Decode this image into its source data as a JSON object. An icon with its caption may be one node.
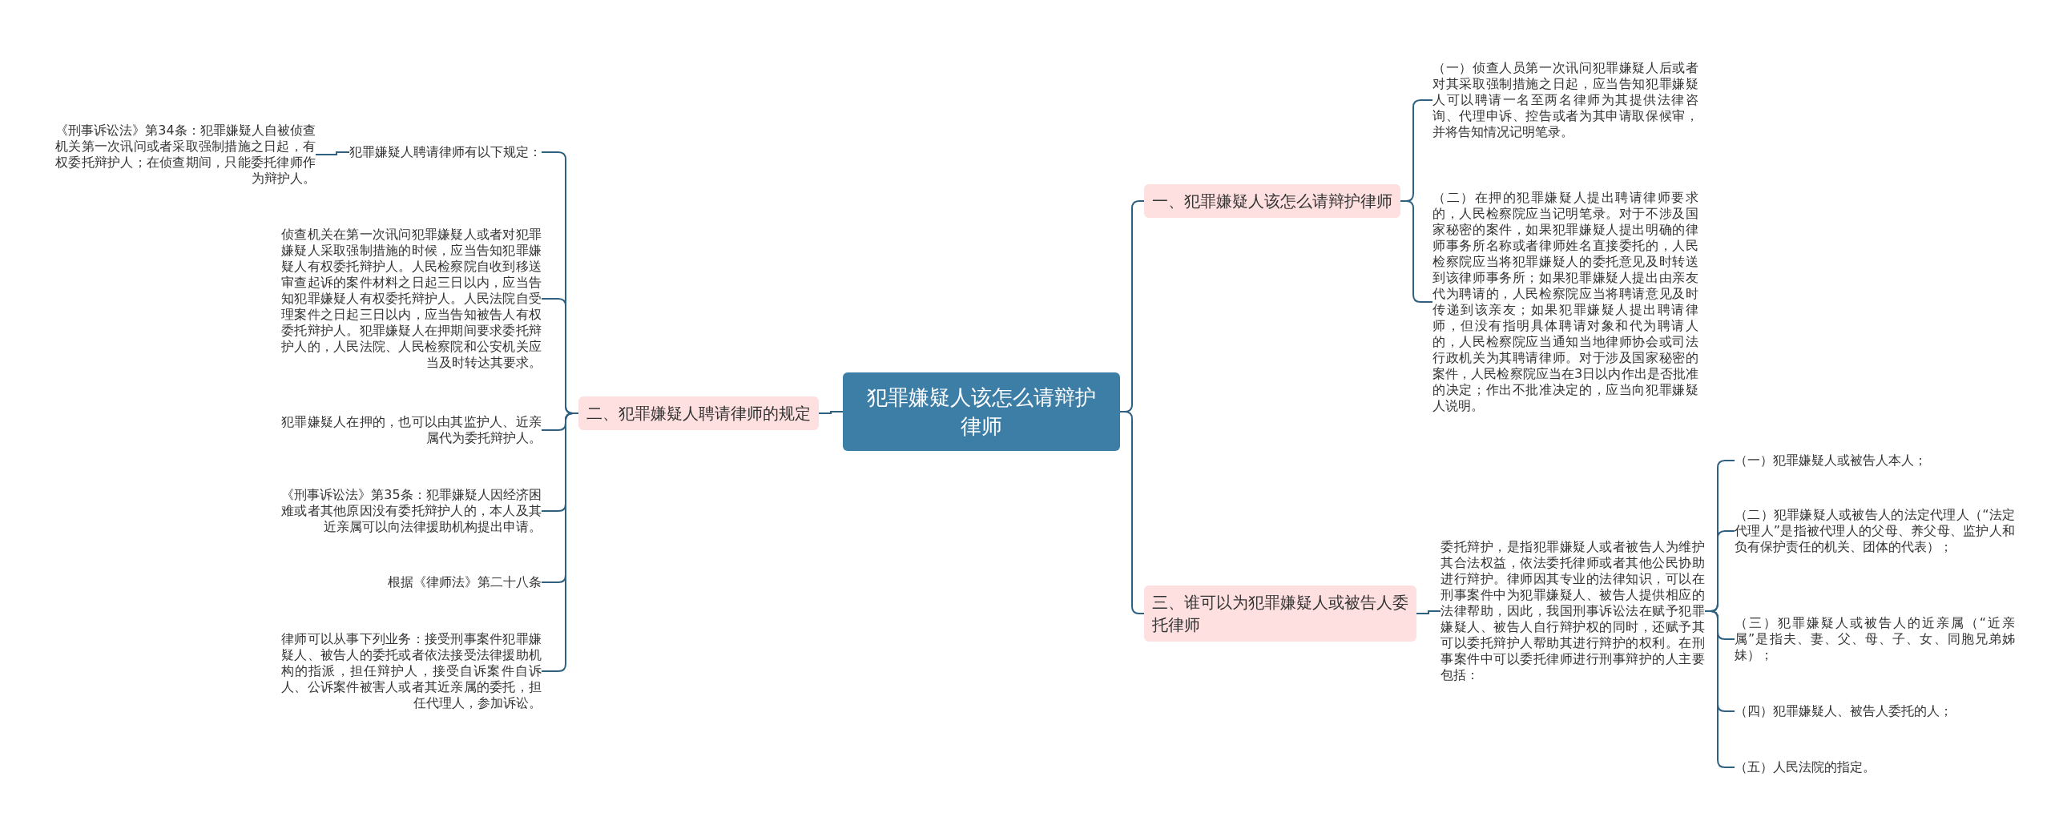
{
  "diagram": {
    "nodes": [
      {
        "text": [
          "犯罪嫌疑人该怎么请辩护律师"
        ]
      },
      {
        "text": [
          "一、犯罪嫌疑人该怎么请辩护律师"
        ]
      },
      {
        "text": [
          "（一）侦查人员第一次讯问犯罪嫌疑人后或者对其采取强制措施之日起，应当告知犯罪嫌疑人可以聘请一名至两名律师为其提供法律咨询、代理申诉、控告或者为其申请取保候审，并将告知情况记明笔录。"
        ]
      },
      {
        "text": [
          "（二）在押的犯罪嫌疑人提出聘请律师要求的，人民检察院应当记明笔录。对于不涉及国家秘密的案件，如果犯罪嫌疑人提出明确的律师事务所名称或者律师姓名直接委托的，人民检察院应当将犯罪嫌疑人的委托意见及时转送到该律师事务所；如果犯罪嫌疑人提出由亲友代为聘请的，人民检察院应当将聘请意见及时传递到该亲友；如果犯罪嫌疑人提出聘请律师，但没有指明具体聘请对象和代为聘请人的，人民检察院应当通知当地律师协会或司法行政机关为其聘请律师。对于涉及国家秘密的案件，人民检察院应当在3日以内作出是否批准的决定；作出不批准决定的，应当向犯罪嫌疑人说明。"
        ]
      },
      {
        "text": [
          "二、犯罪嫌疑人聘请律师的规定"
        ]
      },
      {
        "text": [
          "犯罪嫌疑人聘请律师有以下规定："
        ]
      },
      {
        "text": [
          "《刑事诉讼法》第34条：犯罪嫌疑人自被侦查机关第一次讯问或者采取强制措施之日起，有权委托辩护人；在侦查期间，只能委托律师作为辩护人。"
        ]
      },
      {
        "text": [
          "侦查机关在第一次讯问犯罪嫌疑人或者对犯罪嫌疑人采取强制措施的时候，应当告知犯罪嫌疑人有权委托辩护人。人民检察院自收到移送审查起诉的案件材料之日起三日以内，应当告知犯罪嫌疑人有权委托辩护人。人民法院自受理案件之日起三日以内，应当告知被告人有权委托辩护人。犯罪嫌疑人在押期间要求委托辩护人的，人民法院、人民检察院和公安机关应当及时转达其要求。"
        ]
      },
      {
        "text": [
          "犯罪嫌疑人在押的，也可以由其监护人、近亲属代为委托辩护人。"
        ]
      },
      {
        "text": [
          "《刑事诉讼法》第35条：犯罪嫌疑人因经济困难或者其他原因没有委托辩护人的，本人及其近亲属可以向法律援助机构提出申请。"
        ]
      },
      {
        "text": [
          "根据《律师法》第二十八条"
        ]
      },
      {
        "text": [
          "律师可以从事下列业务：接受刑事案件犯罪嫌疑人、被告人的委托或者依法接受法律援助机构的指派，担任辩护人，接受自诉案件自诉人、公诉案件被害人或者其近亲属的委托，担任代理人，参加诉讼。"
        ]
      },
      {
        "text": [
          "三、谁可以为犯罪嫌疑人或被告人委托律师"
        ]
      },
      {
        "text": [
          "委托辩护，是指犯罪嫌疑人或者被告人为维护其合法权益，依法委托律师或者其他公民协助进行辩护。律师因其专业的法律知识，可以在刑事案件中为犯罪嫌疑人、被告人提供相应的法律帮助，因此，我国刑事诉讼法在赋予犯罪嫌疑人、被告人自行辩护权的同时，还赋予其可以委托辩护人帮助其进行辩护的权利。在刑事案件中可以委托律师进行刑事辩护的人主要包括："
        ]
      },
      {
        "text": [
          "（一）犯罪嫌疑人或被告人本人；"
        ]
      },
      {
        "text": [
          "（二）犯罪嫌疑人或被告人的法定代理人（“法定代理人”是指被代理人的父母、养父母、监护人和负有保护责任的机关、团体的代表）；"
        ]
      },
      {
        "text": [
          "（三）犯罪嫌疑人或被告人的近亲属（“近亲属”是指夫、妻、父、母、子、女、同胞兄弟姊妹）；"
        ]
      },
      {
        "text": [
          "（四）犯罪嫌疑人、被告人委托的人；"
        ]
      },
      {
        "text": [
          "（五）人民法院的指定。"
        ]
      }
    ],
    "edges": [
      {
        "from": 0,
        "to": 1,
        "arrow": "none"
      },
      {
        "from": 1,
        "to": 2,
        "arrow": "none"
      },
      {
        "from": 1,
        "to": 3,
        "arrow": "none"
      },
      {
        "from": 0,
        "to": 4,
        "arrow": "none"
      },
      {
        "from": 4,
        "to": 5,
        "arrow": "none"
      },
      {
        "from": 5,
        "to": 6,
        "arrow": "none"
      },
      {
        "from": 4,
        "to": 7,
        "arrow": "none"
      },
      {
        "from": 4,
        "to": 8,
        "arrow": "none"
      },
      {
        "from": 4,
        "to": 9,
        "arrow": "none"
      },
      {
        "from": 4,
        "to": 10,
        "arrow": "none"
      },
      {
        "from": 4,
        "to": 11,
        "arrow": "none"
      },
      {
        "from": 0,
        "to": 12,
        "arrow": "none"
      },
      {
        "from": 12,
        "to": 13,
        "arrow": "none"
      },
      {
        "from": 13,
        "to": 14,
        "arrow": "none"
      },
      {
        "from": 13,
        "to": 15,
        "arrow": "none"
      },
      {
        "from": 13,
        "to": 16,
        "arrow": "none"
      },
      {
        "from": 13,
        "to": 17,
        "arrow": "none"
      },
      {
        "from": 13,
        "to": 18,
        "arrow": "none"
      }
    ]
  }
}
